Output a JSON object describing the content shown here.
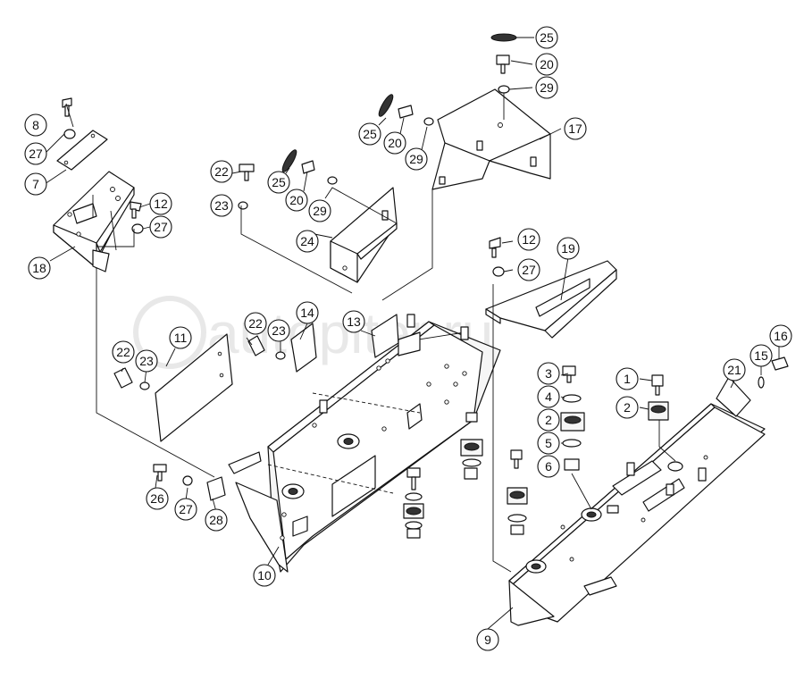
{
  "watermark": {
    "text": "autopiter.ru"
  },
  "callouts": [
    {
      "label": "1"
    },
    {
      "label": "2"
    },
    {
      "label": "2"
    },
    {
      "label": "3"
    },
    {
      "label": "4"
    },
    {
      "label": "5"
    },
    {
      "label": "6"
    },
    {
      "label": "7"
    },
    {
      "label": "8"
    },
    {
      "label": "9"
    },
    {
      "label": "10"
    },
    {
      "label": "11"
    },
    {
      "label": "12"
    },
    {
      "label": "12"
    },
    {
      "label": "13"
    },
    {
      "label": "14"
    },
    {
      "label": "15"
    },
    {
      "label": "16"
    },
    {
      "label": "17"
    },
    {
      "label": "18"
    },
    {
      "label": "19"
    },
    {
      "label": "20"
    },
    {
      "label": "20"
    },
    {
      "label": "20"
    },
    {
      "label": "21"
    },
    {
      "label": "22"
    },
    {
      "label": "22"
    },
    {
      "label": "22"
    },
    {
      "label": "23"
    },
    {
      "label": "23"
    },
    {
      "label": "23"
    },
    {
      "label": "24"
    },
    {
      "label": "25"
    },
    {
      "label": "25"
    },
    {
      "label": "25"
    },
    {
      "label": "26"
    },
    {
      "label": "27"
    },
    {
      "label": "27"
    },
    {
      "label": "27"
    },
    {
      "label": "27"
    },
    {
      "label": "28"
    },
    {
      "label": "29"
    },
    {
      "label": "29"
    },
    {
      "label": "29"
    }
  ]
}
